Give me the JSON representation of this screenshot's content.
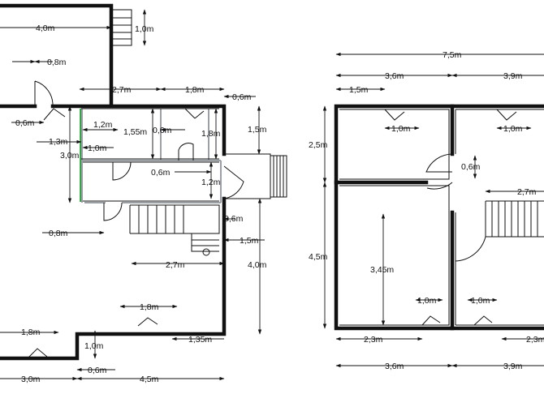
{
  "diagram": {
    "left_plan": {
      "dimensions": [
        {
          "id": "dim-4m-top",
          "label": "4,0m"
        },
        {
          "id": "dim-1m-top",
          "label": "1,0m"
        },
        {
          "id": "dim-08m-top",
          "label": "0,8m"
        },
        {
          "id": "dim-27m-top",
          "label": "2,7m"
        },
        {
          "id": "dim-18m-top",
          "label": "1,8m"
        },
        {
          "id": "dim-06m-top",
          "label": "0,6m"
        },
        {
          "id": "dim-06m-left",
          "label": "0,6m"
        },
        {
          "id": "dim-12m",
          "label": "1,2m"
        },
        {
          "id": "dim-155m",
          "label": "1,55m"
        },
        {
          "id": "dim-06m-center",
          "label": "0,6m"
        },
        {
          "id": "dim-18m-vert",
          "label": "1,8m"
        },
        {
          "id": "dim-15m",
          "label": "1,5m"
        },
        {
          "id": "dim-13m",
          "label": "1,3m"
        },
        {
          "id": "dim-30m-vert",
          "label": "3,0m"
        },
        {
          "id": "dim-10m-inner",
          "label": "1,0m"
        },
        {
          "id": "dim-06m-mid",
          "label": "0,6m"
        },
        {
          "id": "dim-12m-vert",
          "label": "1,2m"
        },
        {
          "id": "dim-08m-low",
          "label": "0,8m"
        },
        {
          "id": "dim-06m-stair",
          "label": "0,6m"
        },
        {
          "id": "dim-15m-stair",
          "label": "1,5m"
        },
        {
          "id": "dim-27m-stair",
          "label": "2,7m"
        },
        {
          "id": "dim-40m-vert",
          "label": "4,0m"
        },
        {
          "id": "dim-18m-low",
          "label": "1,8m"
        },
        {
          "id": "dim-18m-bottom-left",
          "label": "1,8m"
        },
        {
          "id": "dim-10m-bottom",
          "label": "1,0m"
        },
        {
          "id": "dim-135m",
          "label": "1,35m"
        },
        {
          "id": "dim-06m-bottom",
          "label": "0,6m"
        },
        {
          "id": "dim-30m-bottom",
          "label": "3,0m"
        },
        {
          "id": "dim-45m-bottom",
          "label": "4,5m"
        }
      ]
    },
    "right_plan": {
      "dimensions": [
        {
          "id": "dim-75m",
          "label": "7,5m"
        },
        {
          "id": "dim-36m-top",
          "label": "3,6m"
        },
        {
          "id": "dim-39m-top",
          "label": "3,9m"
        },
        {
          "id": "dim-15m-top",
          "label": "1,5m"
        },
        {
          "id": "dim-25m",
          "label": "2,5m"
        },
        {
          "id": "dim-10m-door-a",
          "label": "1,0m"
        },
        {
          "id": "dim-10m-door-b",
          "label": "1,0m"
        },
        {
          "id": "dim-06m-arc",
          "label": "0,6m"
        },
        {
          "id": "dim-27m-right",
          "label": "2,7m"
        },
        {
          "id": "dim-45m-vert",
          "label": "4,5m"
        },
        {
          "id": "dim-345m",
          "label": "3,45m"
        },
        {
          "id": "dim-10m-door-c",
          "label": "1,0m"
        },
        {
          "id": "dim-10m-door-d",
          "label": "1,0m"
        },
        {
          "id": "dim-23m-left",
          "label": "2,3m"
        },
        {
          "id": "dim-23m-right",
          "label": "2,3m"
        },
        {
          "id": "dim-36m-bottom",
          "label": "3,6m"
        },
        {
          "id": "dim-39m-bottom",
          "label": "3,9m"
        }
      ]
    },
    "colors": {
      "wall": "#111111",
      "inner_wall": "#9aa0a6",
      "highlight_wall": "#1f9e2e"
    }
  }
}
